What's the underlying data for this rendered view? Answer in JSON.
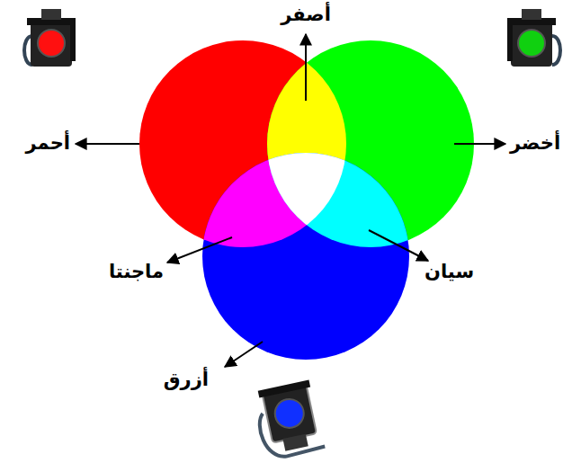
{
  "diagram": {
    "labels": [
      "أصفر",
      "أحمر",
      "أخضر",
      "ماجنتا",
      "سيان",
      "أزرق"
    ]
  }
}
